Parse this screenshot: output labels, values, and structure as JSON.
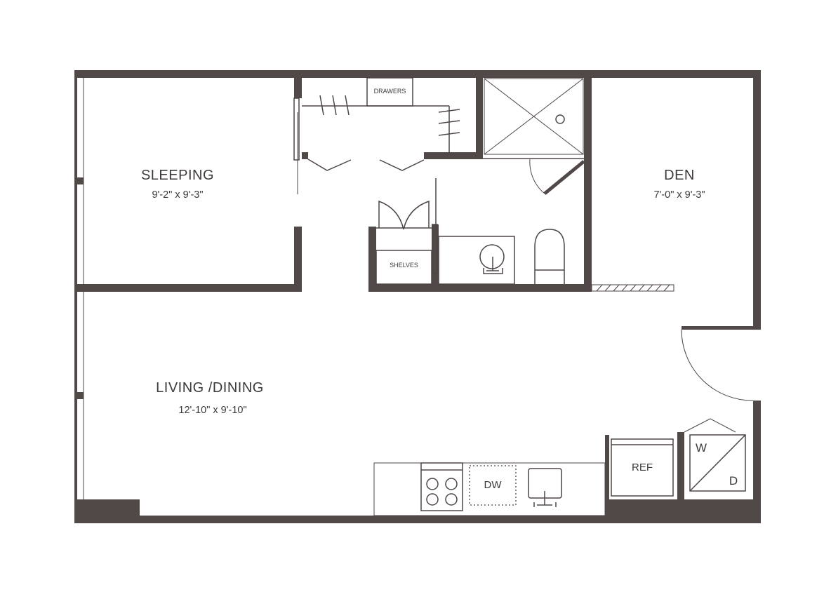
{
  "colors": {
    "wall": "#514848",
    "text": "#3e3a3a",
    "background": "#ffffff"
  },
  "rooms": {
    "sleeping": {
      "name": "SLEEPING",
      "dims": "9'-2\" x 9'-3\""
    },
    "den": {
      "name": "DEN",
      "dims": "7'-0\" x 9'-3\""
    },
    "living": {
      "name": "LIVING /DINING",
      "dims": "12'-10\" x 9'-10\""
    }
  },
  "labels": {
    "drawers": "DRAWERS",
    "shelves": "SHELVES",
    "dishwasher": "DW",
    "refrigerator": "REF",
    "washer": "W",
    "dryer": "D"
  }
}
